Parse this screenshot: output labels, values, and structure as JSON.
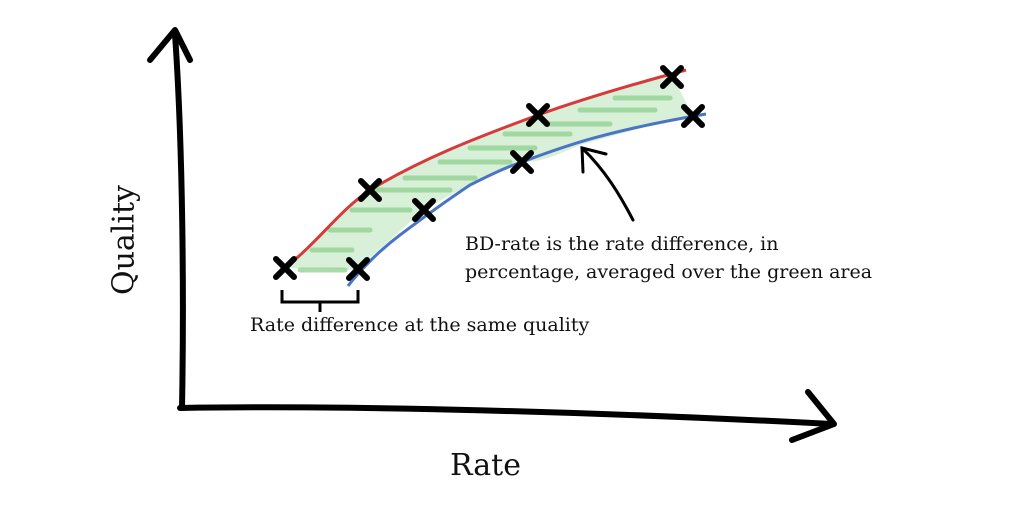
{
  "axes": {
    "x_label": "Rate",
    "y_label": "Quality"
  },
  "annotations": {
    "rate_difference": "Rate difference at the same quality",
    "bd_rate_line1": "BD-rate is the rate difference, in",
    "bd_rate_line2": "percentage, averaged over the green area"
  },
  "curves": [
    {
      "id": "reference",
      "color": "#d63a3a"
    },
    {
      "id": "test",
      "color": "#4a74c4"
    }
  ],
  "fill_color": "#9bd69b",
  "marker_color": "#000000"
}
